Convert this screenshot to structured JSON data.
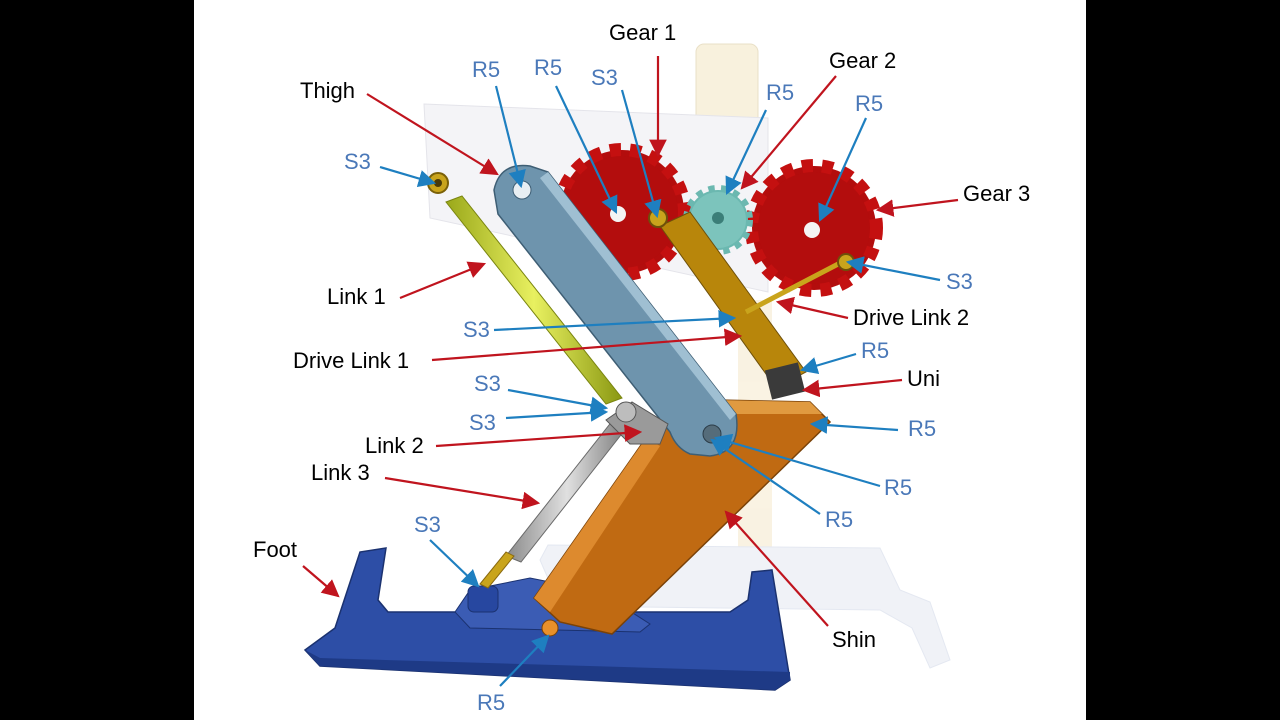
{
  "colors": {
    "part_arrow": "#c0141e",
    "joint_arrow": "#1e7fc0",
    "joint_text": "#4a78b8",
    "gear_red": "#b30d0d",
    "gear_teal": "#6bb8b0",
    "thigh": "#6e94ad",
    "shin": "#c06a12",
    "foot": "#2d4ea6",
    "link1": "#c8d82a",
    "drive_link2": "#b8860b",
    "link3": "#a8a8a8"
  },
  "labels": {
    "gear1": "Gear 1",
    "gear2": "Gear 2",
    "gear3": "Gear 3",
    "thigh": "Thigh",
    "link1": "Link 1",
    "drive_link1": "Drive Link 1",
    "drive_link2": "Drive Link 2",
    "link2": "Link 2",
    "link3": "Link 3",
    "foot": "Foot",
    "uni": "Uni",
    "shin": "Shin",
    "s3_a": "S3",
    "s3_b": "S3",
    "s3_c": "S3",
    "s3_d": "S3",
    "s3_e": "S3",
    "s3_f": "S3",
    "s3_g": "S3",
    "r5_a": "R5",
    "r5_b": "R5",
    "r5_c": "R5",
    "r5_d": "R5",
    "r5_e": "R5",
    "r5_f": "R5",
    "r5_g": "R5",
    "r5_h": "R5",
    "r5_i": "R5"
  }
}
